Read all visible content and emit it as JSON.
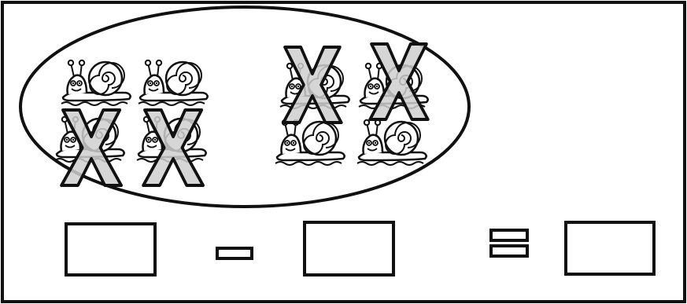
{
  "worksheet": {
    "snail_groups": [
      {
        "group": "left",
        "total": 4,
        "crossed": 2
      },
      {
        "group": "right",
        "total": 4,
        "crossed": 2
      }
    ],
    "total_snails": 8,
    "crossed_out": 4,
    "equation": {
      "operator_minus": "minus",
      "operator_equals": "equals",
      "answer_boxes": [
        "",
        "",
        ""
      ]
    },
    "colors": {
      "ink": "#111111",
      "cross_fill": "#cfcfcf",
      "background": "#ffffff"
    },
    "icons": [
      "snail-icon",
      "cross-mark-icon"
    ]
  }
}
